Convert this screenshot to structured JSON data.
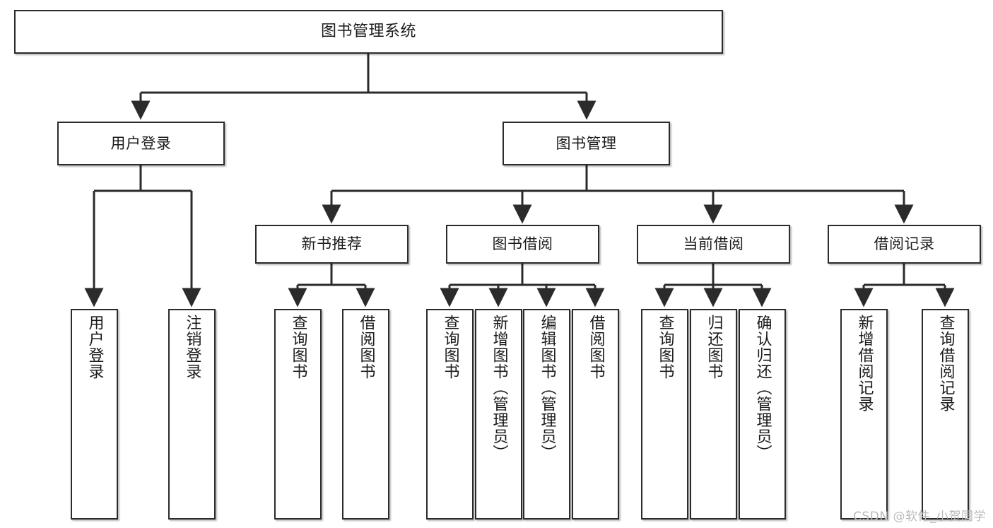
{
  "diagram": {
    "title": "图书管理系统",
    "watermark": "CSDN @软件_小贺同学",
    "colors": {
      "box_border": "#2b2b2b",
      "box_fill": "#ffffff",
      "connector": "#2b2b2b",
      "background": "#ffffff",
      "watermark_text": "#b9b9b9"
    },
    "levels": {
      "root": "图书管理系统",
      "level2": [
        "用户登录",
        "图书管理"
      ],
      "level3": [
        "新书推荐",
        "图书借阅",
        "当前借阅",
        "借阅记录"
      ]
    },
    "nodes": {
      "root": {
        "label": "图书管理系统"
      },
      "user_login": {
        "label": "用户登录"
      },
      "book_manage": {
        "label": "图书管理"
      },
      "new_book_rec": {
        "label": "新书推荐"
      },
      "book_borrow": {
        "label": "图书借阅"
      },
      "current_borrow": {
        "label": "当前借阅"
      },
      "borrow_record": {
        "label": "借阅记录"
      }
    },
    "leaves": {
      "user_login": [
        {
          "label": "用户登录"
        },
        {
          "label": "注销登录"
        }
      ],
      "new_book_rec": [
        {
          "label": "查询图书"
        },
        {
          "label": "借阅图书"
        }
      ],
      "book_borrow": [
        {
          "label": "查询图书"
        },
        {
          "label": "新增图书（管理员）"
        },
        {
          "label": "编辑图书（管理员）"
        },
        {
          "label": "借阅图书"
        }
      ],
      "current_borrow": [
        {
          "label": "查询图书"
        },
        {
          "label": "归还图书"
        },
        {
          "label": "确认归还（管理员）"
        }
      ],
      "borrow_record": [
        {
          "label": "新增借阅记录"
        },
        {
          "label": "查询借阅记录"
        }
      ]
    }
  }
}
